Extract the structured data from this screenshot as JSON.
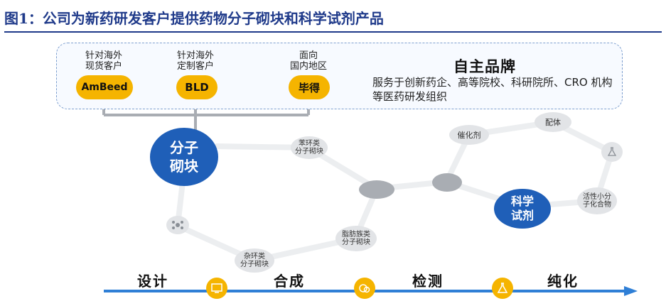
{
  "figure_title": "图1：公司为新药研发客户提供药物分子砌块和科学试剂产品",
  "brands": [
    {
      "caption_line1": "针对海外",
      "caption_line2": "现货客户",
      "label": "AmBeed"
    },
    {
      "caption_line1": "针对海外",
      "caption_line2": "定制客户",
      "label": "BLD"
    },
    {
      "caption_line1": "面向",
      "caption_line2": "国内地区",
      "label": "毕得"
    }
  ],
  "self_brand": {
    "heading": "自主品牌",
    "description": "服务于创新药企、高等院校、科研院所、CRO 机构等医药研发组织"
  },
  "main_nodes": {
    "building_blocks": {
      "line1": "分子",
      "line2": "砌块"
    },
    "reagents": {
      "line1": "科学",
      "line2": "试剂"
    }
  },
  "nodes": {
    "benzene": {
      "line1": "苯环类",
      "line2": "分子砌块"
    },
    "aliphatic": {
      "line1": "脂肪族类",
      "line2": "分子砌块"
    },
    "heterocyclic": {
      "line1": "杂环类",
      "line2": "分子砌块"
    },
    "catalyst": {
      "line1": "催化剂"
    },
    "ligand": {
      "line1": "配体"
    },
    "active_small": {
      "line1": "活性小分",
      "line2": "子化合物"
    }
  },
  "stages": [
    "设计",
    "合成",
    "检测",
    "纯化"
  ],
  "stage_icons": [
    "design-icon",
    "synthesis-icon",
    "test-icon",
    "flask-icon"
  ],
  "colors": {
    "accent_blue": "#1f5fb8",
    "brand_yellow": "#f5b400",
    "title_blue": "#1f3a8a"
  }
}
